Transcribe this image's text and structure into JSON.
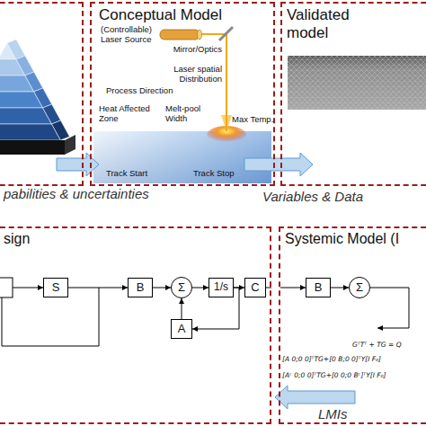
{
  "diagram": {
    "nodes": [
      {
        "text": [
          "pabilities & uncertainties"
        ]
      },
      {
        "text": [
          "Conceptual Model"
        ]
      },
      {
        "text": [
          "Validated model"
        ]
      },
      {
        "text": [
          "sign"
        ]
      },
      {
        "text": [
          "S"
        ],
        "in": 3
      },
      {
        "text": [
          "B"
        ],
        "in": 3
      },
      {
        "text": [
          "Σ"
        ],
        "in": 3
      },
      {
        "text": [
          "1/s"
        ],
        "in": 3
      },
      {
        "text": [
          "C"
        ],
        "in": 3
      },
      {
        "text": [
          "A"
        ],
        "in": 3
      },
      {
        "text": [
          "Systemic Model (I"
        ]
      },
      {
        "text": [
          "B"
        ],
        "in": 10
      },
      {
        "text": [
          "Σ"
        ],
        "in": 10
      }
    ],
    "edges": [
      {
        "from": 0,
        "to": 1,
        "arrow": "to"
      },
      {
        "from": 1,
        "to": 2,
        "label": "Variables & Data",
        "arrow": "to"
      },
      {
        "from": 4,
        "to": 5,
        "arrow": "to"
      },
      {
        "from": 5,
        "to": 6,
        "arrow": "to"
      },
      {
        "from": 6,
        "to": 7,
        "arrow": "to"
      },
      {
        "from": 7,
        "to": 8,
        "arrow": "to"
      },
      {
        "from": 7,
        "to": 9,
        "arrow": "to"
      },
      {
        "from": 9,
        "to": 6,
        "arrow": "to"
      },
      {
        "from": 11,
        "to": 12,
        "arrow": "to"
      },
      {
        "from": 10,
        "to": 3,
        "label": "LMIs",
        "arrow": "to"
      }
    ],
    "labels": [
      "(Controllable) Laser Source",
      "Mirror/Optics",
      "Process Direction",
      "Laser spatial Distribution",
      "Heat Affected Zone",
      "Melt-pool Width",
      "Max Temp.",
      "Track Start",
      "Track Stop",
      "GᵀTᵀ + TG = Q",
      "[A 0;0 0]ᵀTG+[0 B;0 0]ᵀY[I F₀]",
      "[Aᶜ 0;0 0]ᵀTG+[0 0;0 Bᶜ]ᵀY[I F₀]"
    ]
  }
}
